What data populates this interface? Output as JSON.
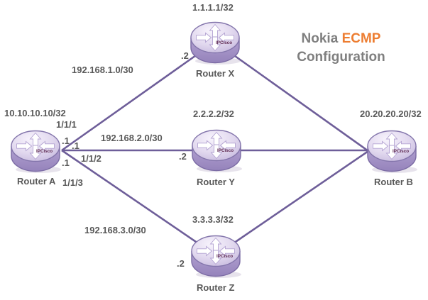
{
  "title": {
    "brand": "Nokia",
    "highlight": "ECMP",
    "line2": "Configuration"
  },
  "watermark": "IPCisco",
  "routers": [
    {
      "name": "Router A",
      "ip": "10.10.10.10/32"
    },
    {
      "name": "Router X",
      "ip": "1.1.1.1/32"
    },
    {
      "name": "Router Y",
      "ip": "2.2.2.2/32"
    },
    {
      "name": "Router Z",
      "ip": "3.3.3.3/32"
    },
    {
      "name": "Router B",
      "ip": "20.20.20.20/32"
    }
  ],
  "links": [
    {
      "subnet": "192.168.1.0/30",
      "router_a_port": "1/1/1",
      "router_a_addr": ".1",
      "far_addr": ".2",
      "via": "Router X"
    },
    {
      "subnet": "192.168.2.0/30",
      "router_a_port": "1/1/2",
      "router_a_addr": ".1",
      "far_addr": ".2",
      "via": "Router Y"
    },
    {
      "subnet": "192.168.3.0/30",
      "router_a_port": "1/1/3",
      "router_a_addr": ".1",
      "far_addr": ".2",
      "via": "Router Z"
    }
  ],
  "connections": [
    "Router A - Router X",
    "Router A - Router Y",
    "Router A - Router Z",
    "Router X - Router B",
    "Router Y - Router B",
    "Router Z - Router B"
  ],
  "colors": {
    "link_line": "#6e5e99",
    "label_text": "#595959",
    "title_gray": "#7f7f7f",
    "title_orange": "#ed7d31",
    "router_top": "#ddd3ec",
    "router_side": "#a08cc2",
    "watermark_text": "#5c2750"
  }
}
